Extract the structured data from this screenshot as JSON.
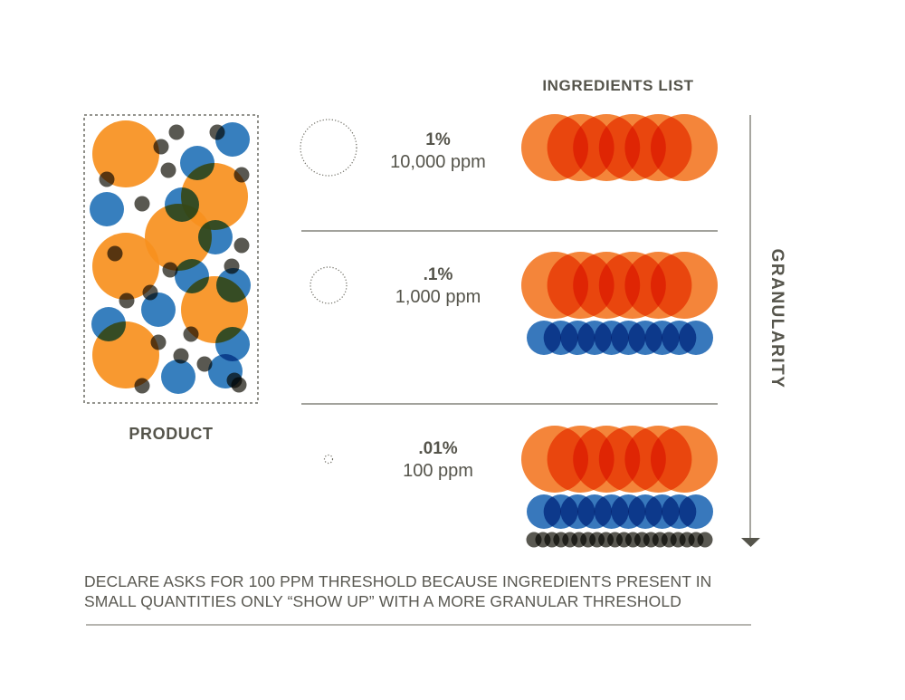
{
  "product_panel": {
    "label": "PRODUCT",
    "ingredient_types": [
      {
        "name": "large-orange-ingredient",
        "color": "#f7901e"
      },
      {
        "name": "medium-blue-ingredient",
        "color": "#1b6db5"
      },
      {
        "name": "small-dark-ingredient",
        "color": "#3c3b33"
      }
    ]
  },
  "ingredients_header": "INGREDIENTS LIST",
  "axis_label": "GRANULARITY",
  "thresholds": [
    {
      "percent": "1%",
      "ppm": "10,000 ppm",
      "rows_shown": [
        "orange"
      ],
      "counts": {
        "orange": 6
      }
    },
    {
      "percent": ".1%",
      "ppm": "1,000 ppm",
      "rows_shown": [
        "orange",
        "blue"
      ],
      "counts": {
        "orange": 6,
        "blue": 10
      }
    },
    {
      "percent": ".01%",
      "ppm": "100 ppm",
      "rows_shown": [
        "orange",
        "blue",
        "dark"
      ],
      "counts": {
        "orange": 6,
        "blue": 10,
        "dark": 20
      }
    }
  ],
  "caption": {
    "line1": "DECLARE ASKS FOR 100 PPM THRESHOLD BECAUSE INGREDIENTS PRESENT IN",
    "line2": "SMALL QUANTITIES ONLY “SHOW UP” WITH A MORE GRANULAR THRESHOLD"
  },
  "colors": {
    "orange": "#f7901e",
    "blue": "#1b6db5",
    "dark": "#3c3b33",
    "text": "#55544b",
    "rule": "#6b6a60"
  }
}
